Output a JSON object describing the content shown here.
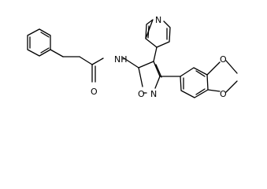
{
  "molecule": {
    "atom_labels": {
      "amide_nh": "NH",
      "carbonyl_o": "O",
      "isoxazole_o": "O",
      "isoxazole_n": "N",
      "pyridine_n": "N",
      "dioxole_o_top": "O",
      "dioxole_o_bottom": "O"
    }
  },
  "colors": {
    "bond": "#000000",
    "label": "#000000",
    "background": "#ffffff"
  }
}
